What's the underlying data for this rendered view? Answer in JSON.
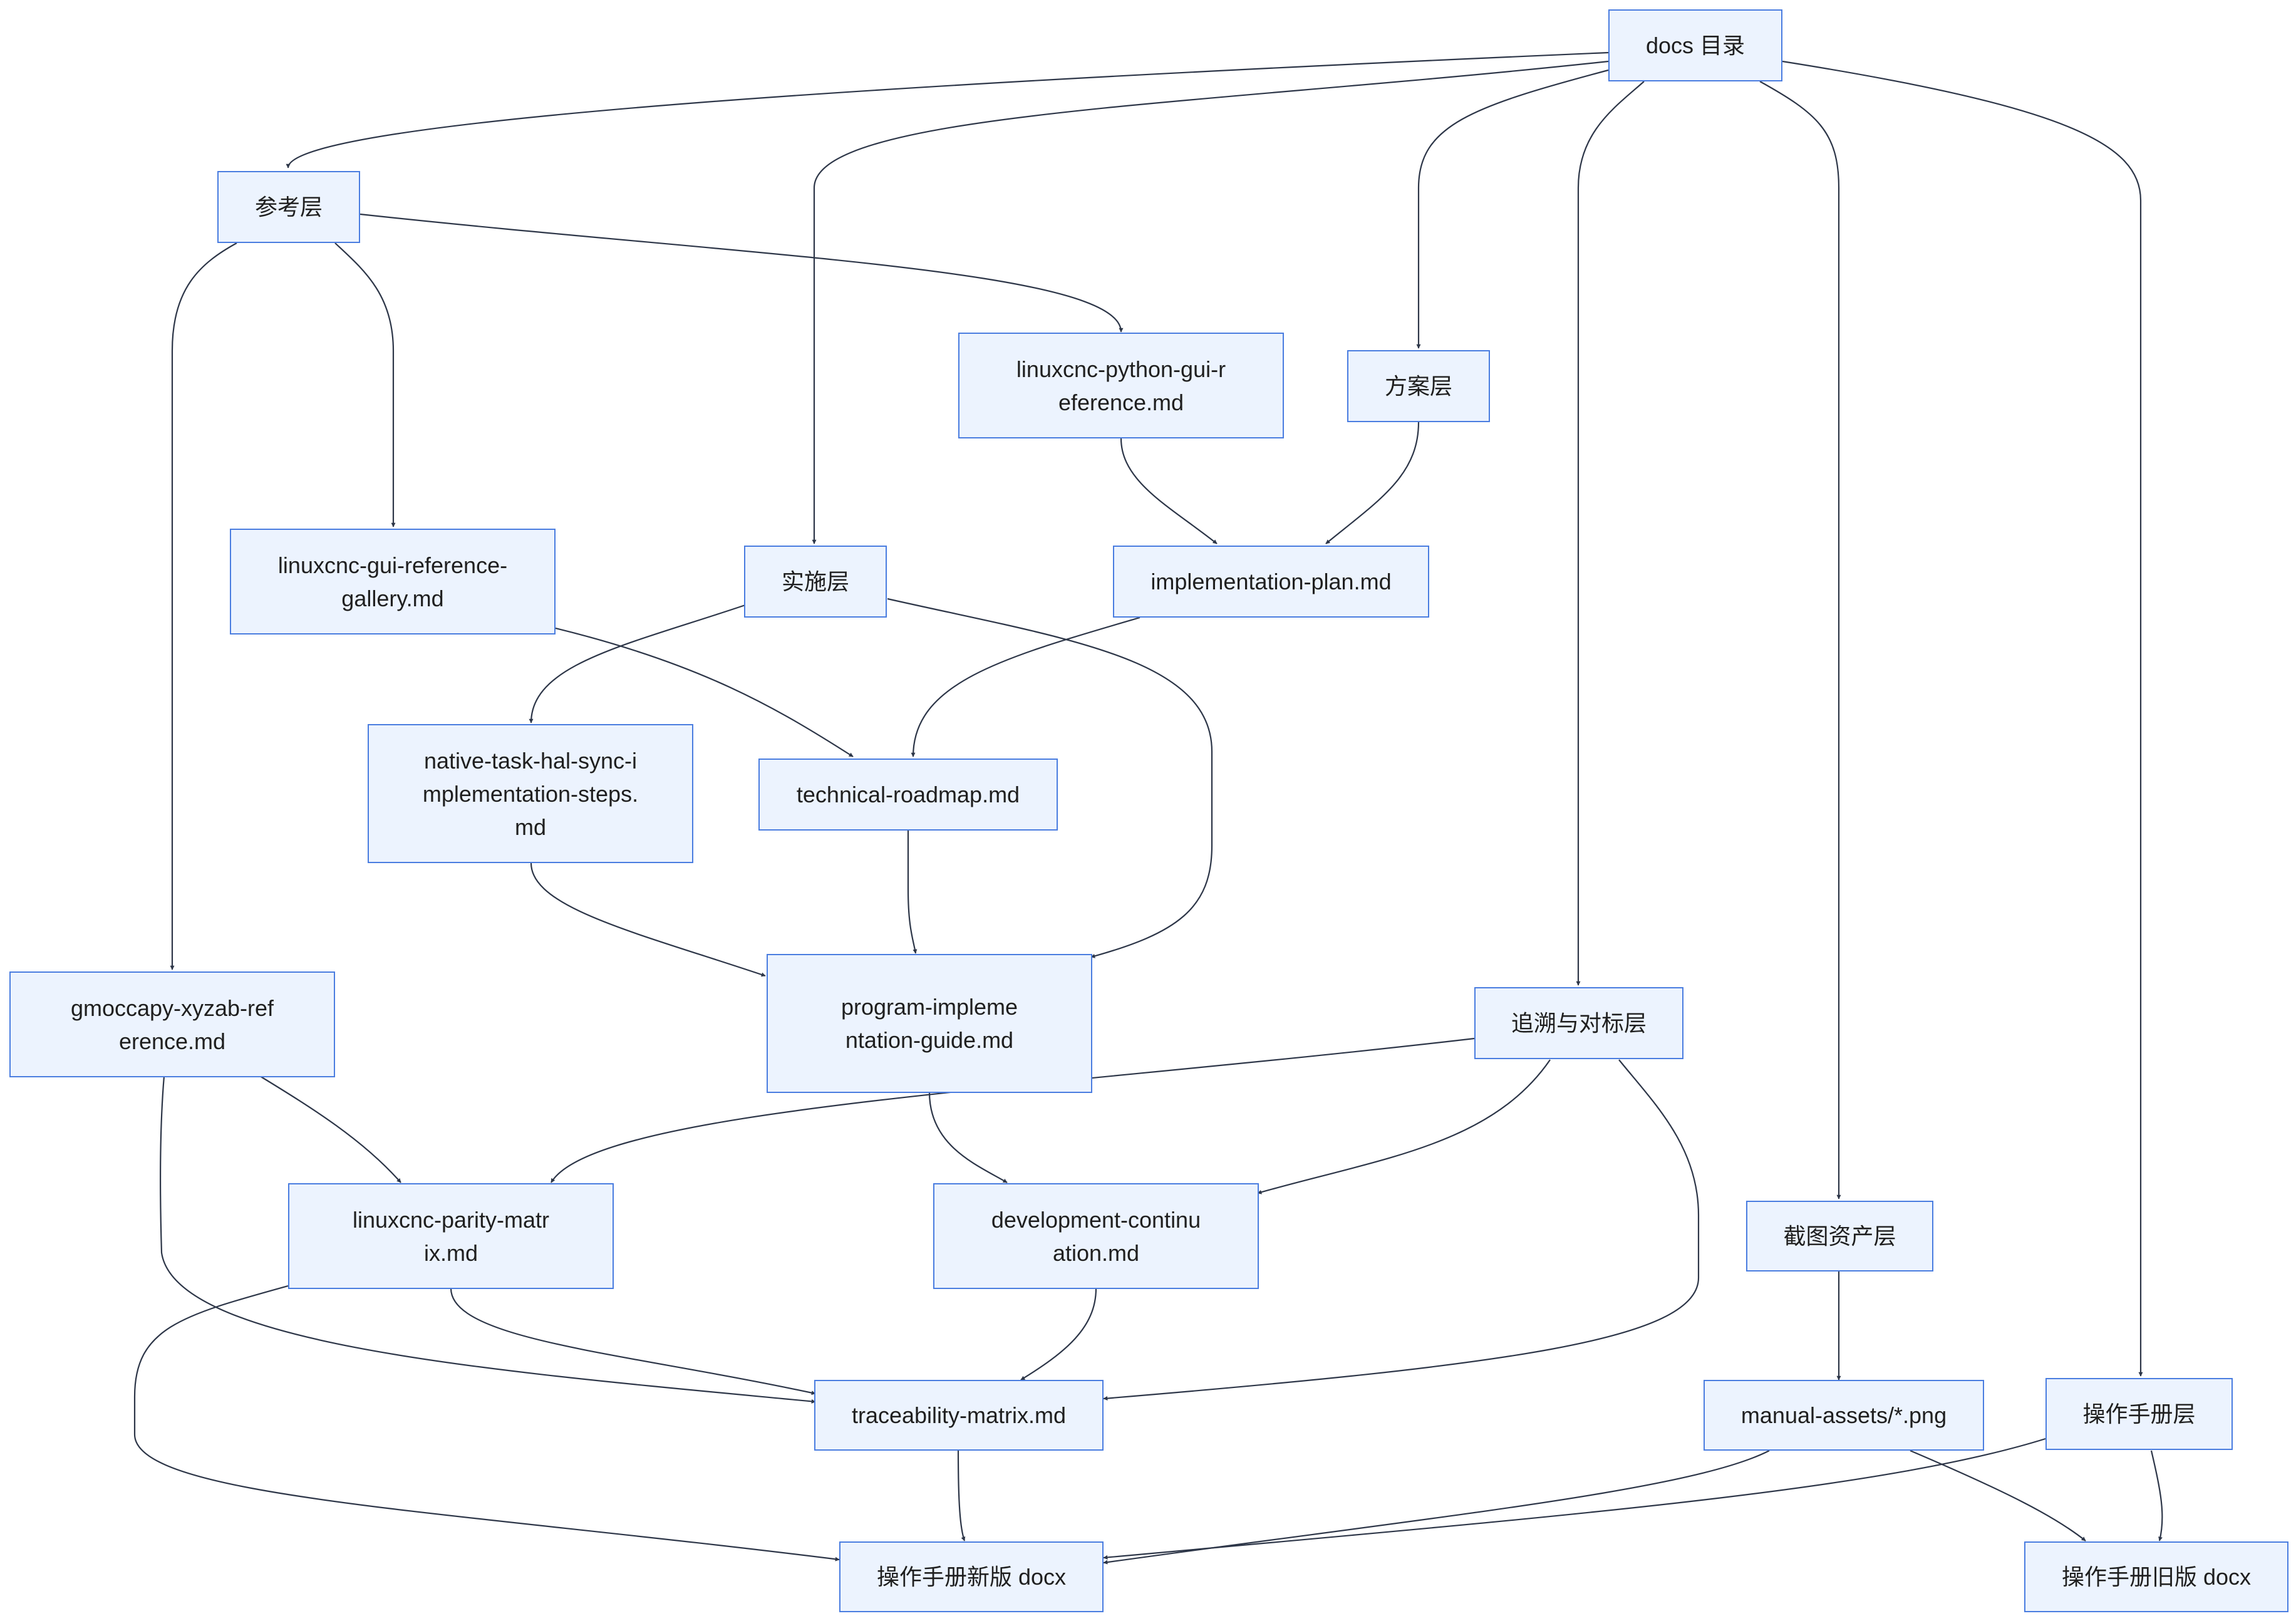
{
  "diagram": {
    "nodes": {
      "docs": "docs 目录",
      "ref": "参考层",
      "plan_layer": "方案层",
      "impl_layer": "实施层",
      "trace_layer": "追溯与对标层",
      "shot_layer": "截图资产层",
      "manual_layer": "操作手册层",
      "py_gui_ref": "linuxcnc-python-gui-reference.md",
      "gui_gallery": "linuxcnc-gui-reference-gallery.md",
      "impl_plan": "implementation-plan.md",
      "native_steps": "native-task-hal-sync-implementation-steps.md",
      "roadmap": "technical-roadmap.md",
      "gmoccapy": "gmoccapy-xyzab-reference.md",
      "prog_guide": "program-implementation-guide.md",
      "parity": "linuxcnc-parity-matrix.md",
      "dev_cont": "development-continuation.md",
      "trace_matrix": "traceability-matrix.md",
      "assets": "manual-assets/*.png",
      "new_docx": "操作手册新版 docx",
      "old_docx": "操作手册旧版 docx"
    },
    "edges": [
      [
        "docs",
        "ref"
      ],
      [
        "docs",
        "impl_layer"
      ],
      [
        "docs",
        "plan_layer"
      ],
      [
        "docs",
        "trace_layer"
      ],
      [
        "docs",
        "shot_layer"
      ],
      [
        "docs",
        "manual_layer"
      ],
      [
        "ref",
        "py_gui_ref"
      ],
      [
        "ref",
        "gui_gallery"
      ],
      [
        "ref",
        "gmoccapy"
      ],
      [
        "py_gui_ref",
        "impl_plan"
      ],
      [
        "plan_layer",
        "impl_plan"
      ],
      [
        "impl_layer",
        "native_steps"
      ],
      [
        "impl_layer",
        "prog_guide"
      ],
      [
        "gui_gallery",
        "roadmap"
      ],
      [
        "impl_plan",
        "roadmap"
      ],
      [
        "native_steps",
        "prog_guide"
      ],
      [
        "roadmap",
        "prog_guide"
      ],
      [
        "trace_layer",
        "parity"
      ],
      [
        "trace_layer",
        "dev_cont"
      ],
      [
        "trace_layer",
        "trace_matrix"
      ],
      [
        "gmoccapy",
        "parity"
      ],
      [
        "gmoccapy",
        "trace_matrix"
      ],
      [
        "prog_guide",
        "dev_cont"
      ],
      [
        "parity",
        "trace_matrix"
      ],
      [
        "parity",
        "new_docx"
      ],
      [
        "dev_cont",
        "trace_matrix"
      ],
      [
        "trace_matrix",
        "new_docx"
      ],
      [
        "shot_layer",
        "assets"
      ],
      [
        "assets",
        "new_docx"
      ],
      [
        "assets",
        "old_docx"
      ],
      [
        "manual_layer",
        "new_docx"
      ],
      [
        "manual_layer",
        "old_docx"
      ]
    ]
  }
}
